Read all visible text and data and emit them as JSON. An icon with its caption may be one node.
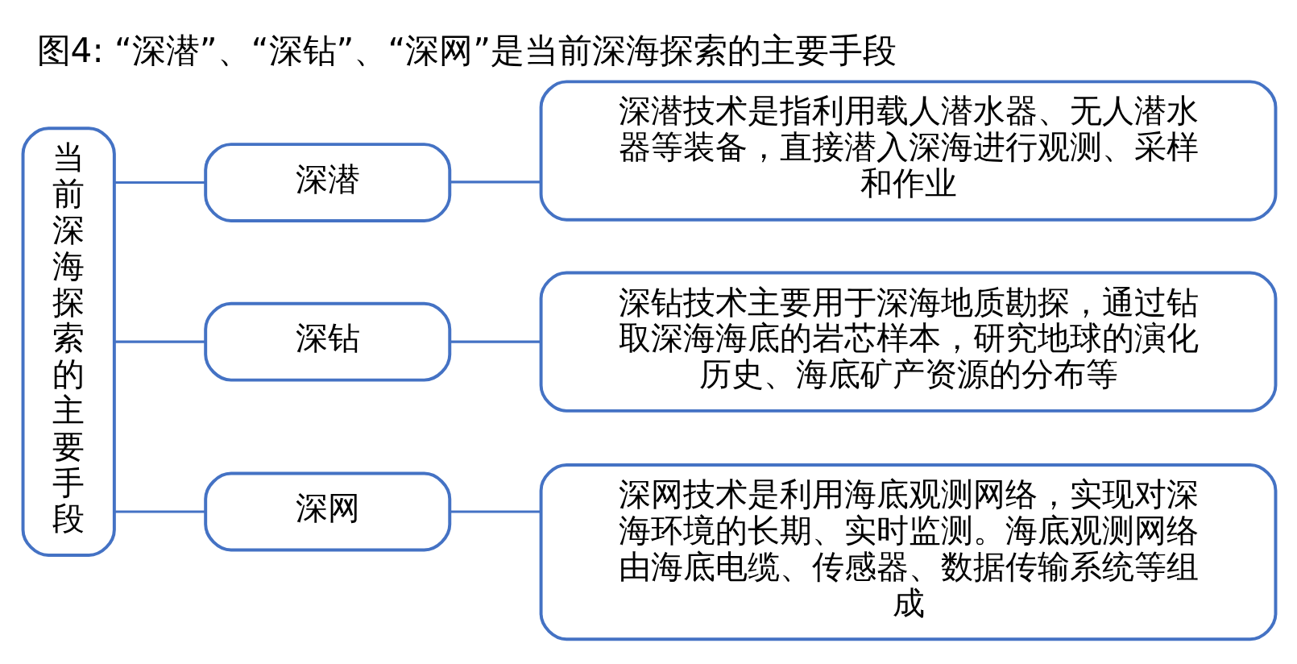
{
  "diagram": {
    "title": "图4: “深潜”、“深钻”、“深网”是当前深海探索的主要手段",
    "nodes": [
      {
        "text": [
          "当前深海探索的主要手段"
        ]
      },
      {
        "text": [
          "深潜"
        ]
      },
      {
        "text": [
          "深钻"
        ]
      },
      {
        "text": [
          "深网"
        ]
      },
      {
        "text": [
          "深潜技术是指利用载人潜水器、无人潜水器等装备，直接潜入深海进行观测、采样和作业"
        ]
      },
      {
        "text": [
          "深钻技术主要用于深海地质勘探，通过钻取深海海底的岩芯样本，研究地球的演化历史、海底矿产资源的分布等"
        ]
      },
      {
        "text": [
          "深网技术是利用海底观测网络，实现对深海环境的长期、实时监测。海底观测网络由海底电缆、传感器、数据传输系统等组成"
        ]
      }
    ],
    "edges": [
      {
        "from": 0,
        "to": 1,
        "arrow": "none"
      },
      {
        "from": 0,
        "to": 2,
        "arrow": "none"
      },
      {
        "from": 0,
        "to": 3,
        "arrow": "none"
      },
      {
        "from": 1,
        "to": 4,
        "arrow": "none"
      },
      {
        "from": 2,
        "to": 5,
        "arrow": "none"
      },
      {
        "from": 3,
        "to": 6,
        "arrow": "none"
      }
    ]
  }
}
